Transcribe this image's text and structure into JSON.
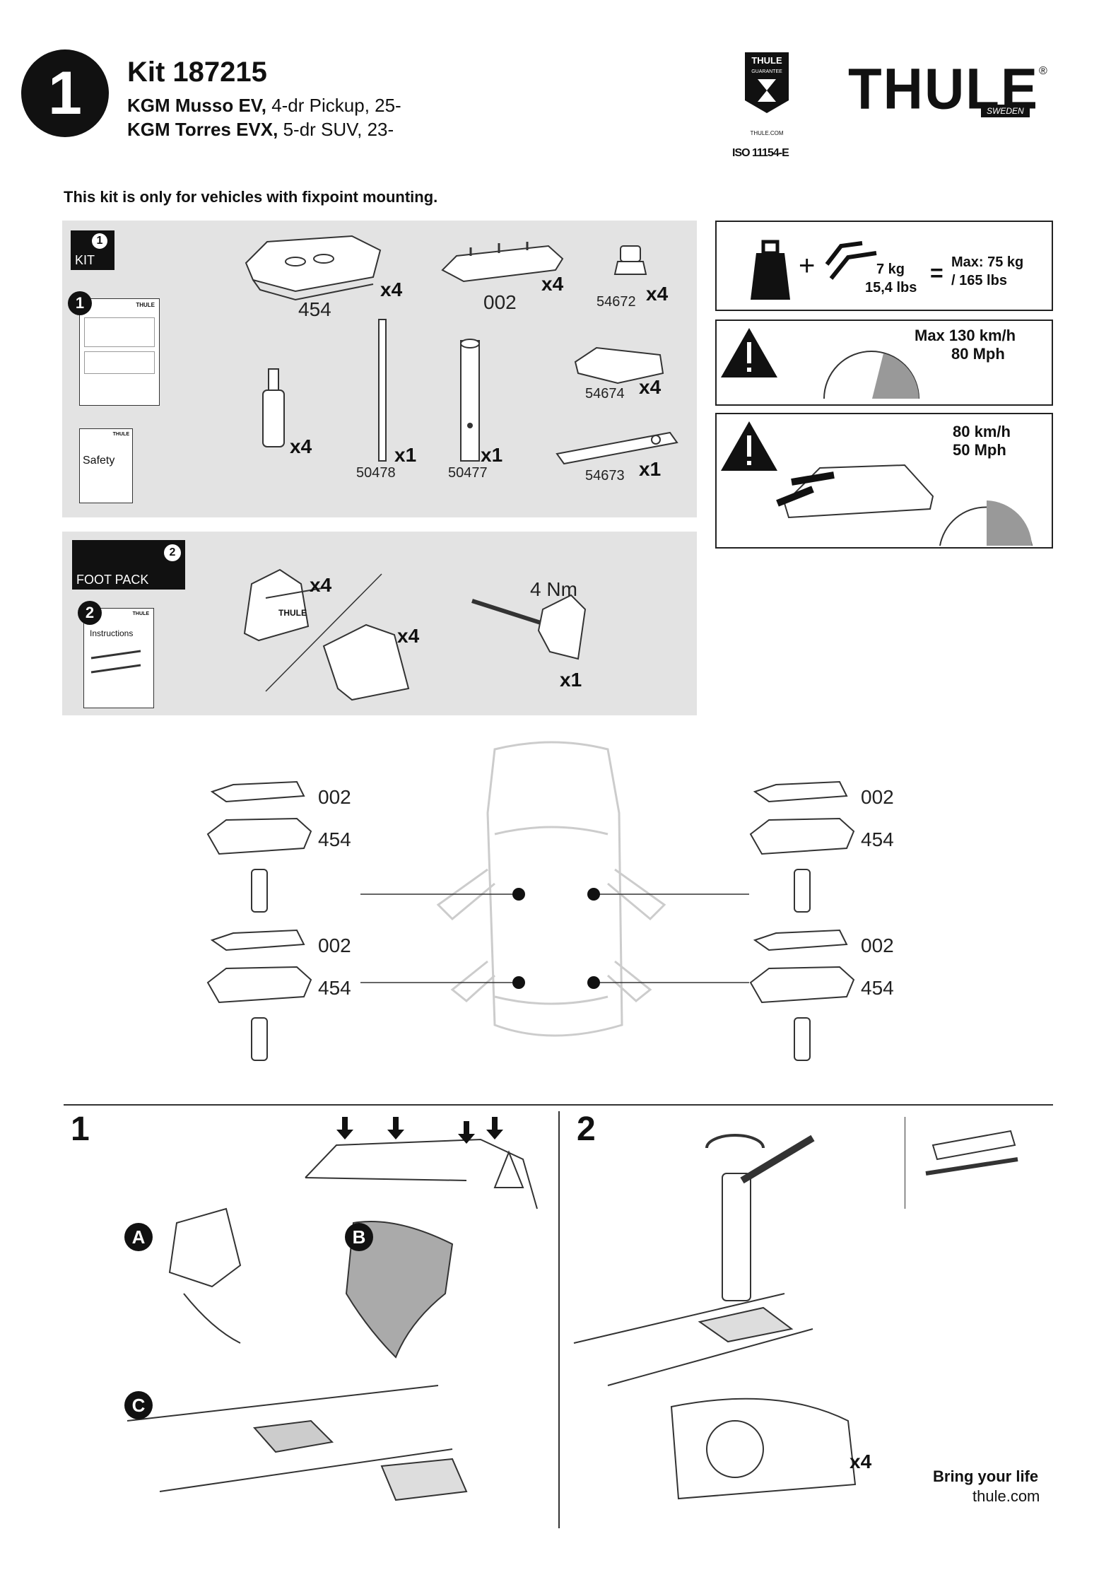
{
  "header": {
    "step_number": "1",
    "kit_title": "Kit 187215",
    "vehicles": [
      {
        "model": "KGM Musso EV,",
        "detail": " 4-dr Pickup, 25-"
      },
      {
        "model": "KGM Torres EVX,",
        "detail": " 5-dr SUV, 23-"
      }
    ],
    "guarantee": {
      "brand": "THULE",
      "label": "GUARANTEE",
      "url": "THULE.COM",
      "iso": "ISO 11154-E"
    },
    "logo": {
      "brand": "THULE",
      "sub": "SWEDEN",
      "reg": "®"
    }
  },
  "notice": "This kit is only for vehicles with fixpoint mounting.",
  "kit_section": {
    "badge_number": "1",
    "badge_label": "KIT",
    "booklet_number": "1",
    "booklet_brand": "THULE",
    "safety_label": "Safety",
    "safety_brand": "THULE",
    "parts": [
      {
        "id": "454",
        "qty": "x4"
      },
      {
        "id": "002",
        "qty": "x4"
      },
      {
        "id": "54672",
        "qty": "x4"
      },
      {
        "id": "",
        "qty": "x4"
      },
      {
        "id": "50478",
        "qty": "x1"
      },
      {
        "id": "50477",
        "qty": "x1"
      },
      {
        "id": "54674",
        "qty": "x4"
      },
      {
        "id": "54673",
        "qty": "x1"
      }
    ]
  },
  "foot_section": {
    "badge_number": "2",
    "badge_label": "FOOT PACK",
    "booklet_number": "2",
    "booklet_brand": "THULE",
    "instructions_label": "Instructions",
    "foot_qty_1": "x4",
    "foot_qty_2": "x4",
    "foot_brand": "THULE",
    "torque": "4 Nm",
    "torque_qty": "x1"
  },
  "load_panel": {
    "weight_kg": "7 kg",
    "weight_lbs": "15,4 lbs",
    "equals": "=",
    "plus": "+",
    "max_kg": "Max: 75 kg",
    "max_lbs": "/ 165 lbs"
  },
  "speed_panel": {
    "line1": "Max 130 km/h",
    "line2": "80 Mph"
  },
  "wind_panel": {
    "line1": "80 km/h",
    "line2": "50 Mph"
  },
  "placement": {
    "top_left": [
      "002",
      "454"
    ],
    "top_right": [
      "002",
      "454"
    ],
    "bottom_left": [
      "002",
      "454"
    ],
    "bottom_right": [
      "002",
      "454"
    ]
  },
  "steps": {
    "step1": {
      "number": "1",
      "a": "A",
      "b": "B",
      "c": "C"
    },
    "step2": {
      "number": "2",
      "qty": "x4"
    }
  },
  "footer": {
    "tagline": "Bring your life",
    "url": "thule.com"
  }
}
